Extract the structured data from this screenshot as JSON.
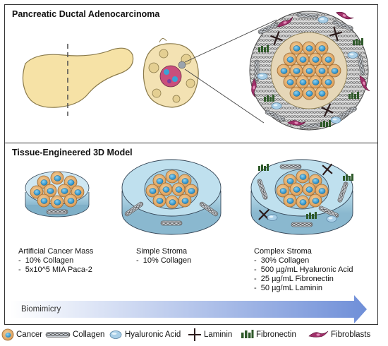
{
  "panels": {
    "top_title": "Pancreatic Ductal Adenocarcinoma",
    "bottom_title": "Tissue-Engineered 3D Model"
  },
  "models": [
    {
      "name": "Artificial Cancer Mass",
      "items": [
        "10% Collagen",
        "5x10^5 MIA Paca-2"
      ]
    },
    {
      "name": "Simple Stroma",
      "items": [
        "10% Collagen"
      ]
    },
    {
      "name": "Complex Stroma",
      "items": [
        "30% Collagen",
        "500 µg/mL Hyaluronic Acid",
        "25 µg/mL Fibronectin",
        "50 µg/mL Laminin"
      ]
    }
  ],
  "arrow": {
    "label": "Biomimicry"
  },
  "legend": [
    {
      "label": "Cancer",
      "icon": "cancer-cell-icon"
    },
    {
      "label": "Collagen",
      "icon": "collagen-fiber-icon"
    },
    {
      "label": "Hyaluronic Acid",
      "icon": "hyaluronic-acid-icon"
    },
    {
      "label": "Laminin",
      "icon": "laminin-cross-icon"
    },
    {
      "label": "Fibronectin",
      "icon": "fibronectin-icon"
    },
    {
      "label": "Fibroblasts",
      "icon": "fibroblast-icon"
    }
  ],
  "colors": {
    "cancer_cell": "#e9b77d",
    "nucleus": "#3aa3d6",
    "collagen": "#9aa3ad",
    "hyaluronic_acid": "#a9cfe8",
    "laminin": "#2b1b1b",
    "fibronectin": "#2f5a2a",
    "fibroblast": "#a0306a",
    "pancreas": "#f6e2a6",
    "disc": "#bfe0ee",
    "arrow_start": "#ffffff",
    "arrow_end": "#6f8fd8"
  }
}
